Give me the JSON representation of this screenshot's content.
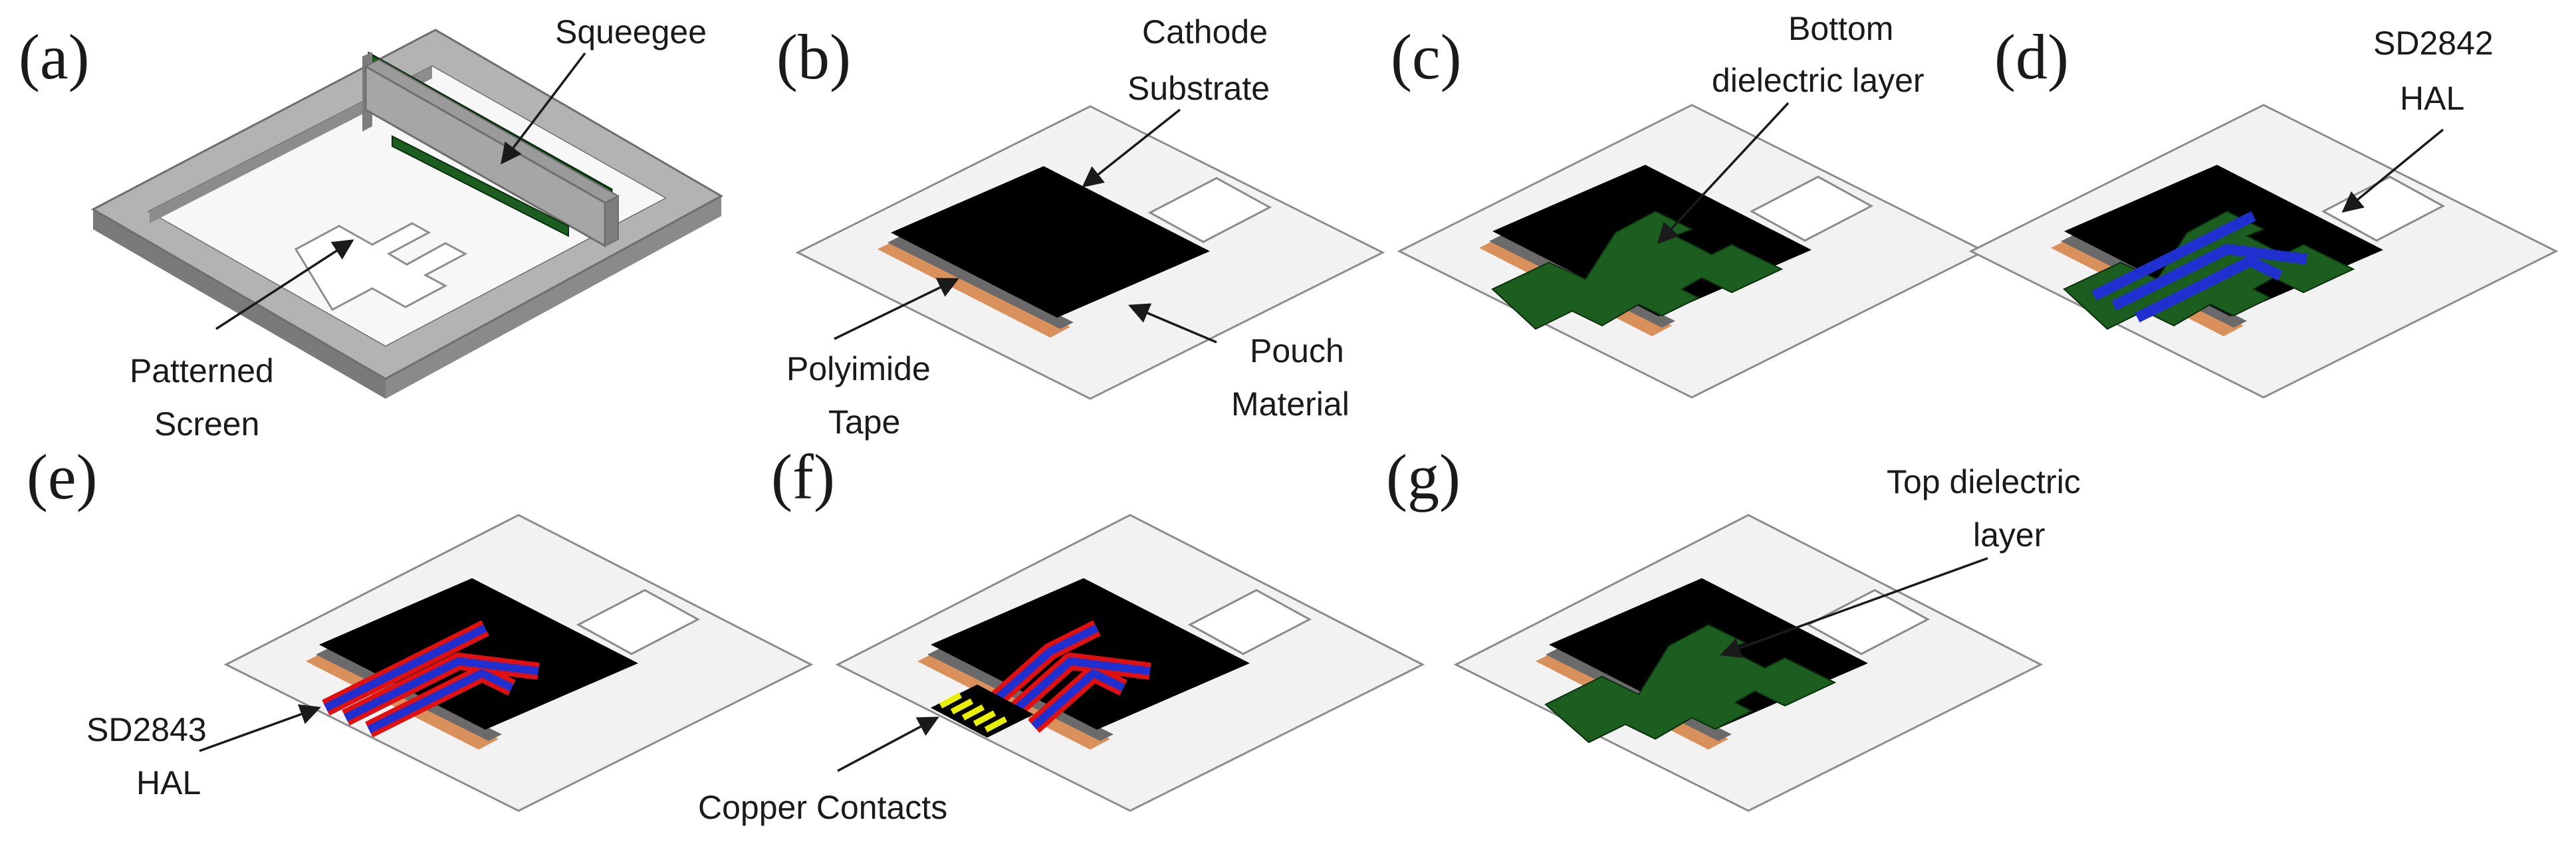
{
  "panels": [
    {
      "letter": "(a)",
      "labels": [
        "Squeegee",
        "Patterned",
        "Screen"
      ]
    },
    {
      "letter": "(b)",
      "labels": [
        "Cathode",
        "Substrate",
        "Polyimide",
        "Tape",
        "Pouch",
        "Material"
      ]
    },
    {
      "letter": "(c)",
      "labels": [
        "Bottom",
        "dielectric layer"
      ]
    },
    {
      "letter": "(d)",
      "labels": [
        "SD2842",
        "HAL"
      ]
    },
    {
      "letter": "(e)",
      "labels": [
        "SD2843",
        "HAL"
      ]
    },
    {
      "letter": "(f)",
      "labels": [
        "Copper Contacts"
      ]
    },
    {
      "letter": "(g)",
      "labels": [
        "Top dielectric",
        "layer"
      ]
    }
  ],
  "colors": {
    "pouch": "#f2f2f2",
    "pouch_edge": "#8c8c8c",
    "cathode": "#000000",
    "tape": "#d9905a",
    "dielectric": "#1b5e20",
    "sd2842": "#1f2fd0",
    "sd2843": "#e01010",
    "copper": "#e8f000",
    "screen_frame": "#9e9e9e"
  }
}
